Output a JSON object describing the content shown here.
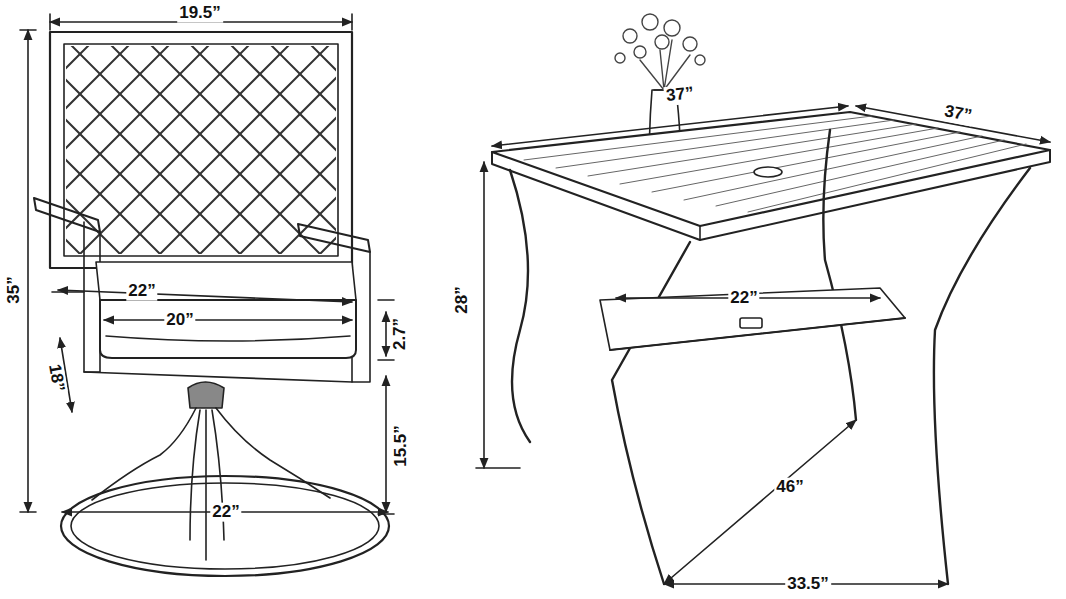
{
  "diagram": {
    "labels": [
      "19.5”",
      "35”",
      "22”",
      "20”",
      "2.7”",
      "18”",
      "15.5”",
      "22”",
      "37”",
      "37”",
      "28”",
      "22”",
      "46”",
      "33.5”"
    ]
  }
}
